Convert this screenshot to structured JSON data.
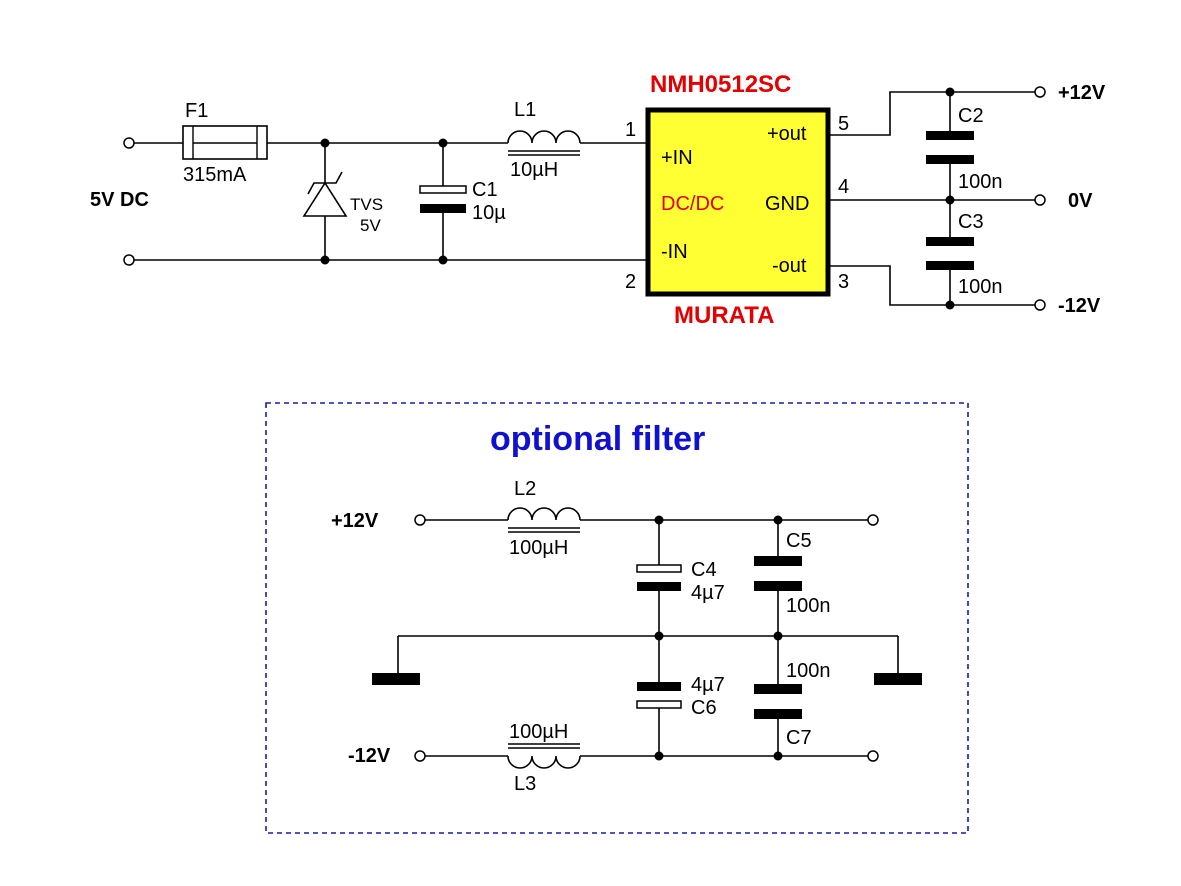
{
  "colors": {
    "ic_fill": "#ffff33",
    "ic_label": "#e30000",
    "ic_dcdc": "#e30000",
    "filter_box": "#1a1aaa",
    "filter_title": "#1010d0",
    "wire": "#000000"
  },
  "main": {
    "input_label": "5V DC",
    "fuse": {
      "ref": "F1",
      "value": "315mA"
    },
    "tvs": {
      "ref": "TVS",
      "value": "5V"
    },
    "c1": {
      "ref": "C1",
      "value": "10µ"
    },
    "l1": {
      "ref": "L1",
      "value": "10µH"
    },
    "ic": {
      "part": "NMH0512SC",
      "maker": "MURATA",
      "center": "DC/DC",
      "pins": {
        "in_pos": {
          "name": "+IN",
          "num": "1"
        },
        "in_neg": {
          "name": "-IN",
          "num": "2"
        },
        "out_pos": {
          "name": "+out",
          "num": "5"
        },
        "gnd": {
          "name": "GND",
          "num": "4"
        },
        "out_neg": {
          "name": "-out",
          "num": "3"
        }
      }
    },
    "c2": {
      "ref": "C2",
      "value": "100n"
    },
    "c3": {
      "ref": "C3",
      "value": "100n"
    },
    "outputs": {
      "pos": "+12V",
      "zero": "0V",
      "neg": "-12V"
    }
  },
  "filter": {
    "title": "optional filter",
    "in_pos": "+12V",
    "in_neg": "-12V",
    "l2": {
      "ref": "L2",
      "value": "100µH"
    },
    "l3": {
      "ref": "L3",
      "value": "100µH"
    },
    "c4": {
      "ref": "C4",
      "value": "4µ7"
    },
    "c5": {
      "ref": "C5",
      "value": "100n"
    },
    "c6": {
      "ref": "C6",
      "value": "4µ7"
    },
    "c7": {
      "ref": "C7",
      "value": "100n"
    }
  }
}
